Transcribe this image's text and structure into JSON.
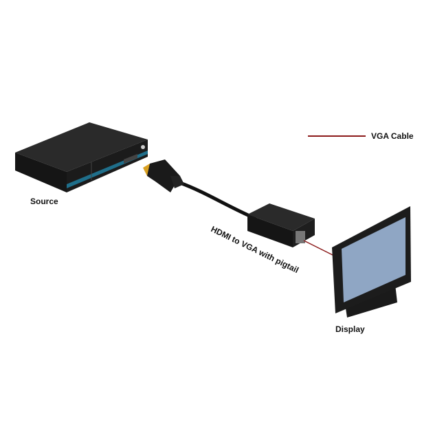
{
  "labels": {
    "source": "Source",
    "display": "Display",
    "adapter": "HDMI to VGA with pigtail",
    "legend_vga": "VGA Cable"
  },
  "colors": {
    "vga_cable": "#8b1a1a",
    "device_body": "#1e1e1e",
    "accent_blue": "#1f6f8b",
    "connector_gold": "#d9a020",
    "screen": "#8fa6c4"
  },
  "legend": [
    {
      "label": "VGA Cable",
      "line_color": "#8b1a1a"
    }
  ]
}
